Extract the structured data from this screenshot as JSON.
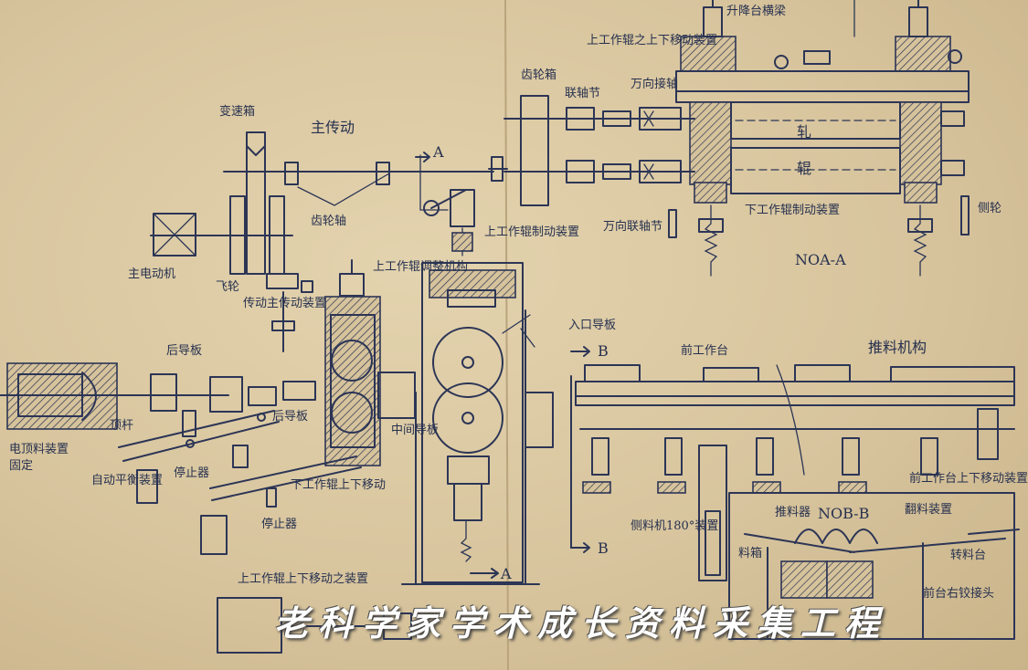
{
  "labels": {
    "top_band": "升降台横梁",
    "upper_roll_move": "上工作辊之上下移动装置",
    "gear_box_right": "齿轮箱",
    "coupling_head": "联轴节",
    "coupling_label": "万向接轴",
    "shift_box": "变速箱",
    "main_drive": "主传动",
    "gear_shaft": "齿轮轴",
    "upper_roll_brake": "上工作辊制动装置",
    "universal_shaft": "万向联轴节",
    "lower_roll_brake": "下工作辊制动装置",
    "main_motor": "主电动机",
    "flywheel": "飞轮",
    "drive_assembly": "传动主传动装置",
    "upper_roll_adjust": "上工作辊调整机构",
    "section_aa": "NOA-A",
    "side_wheel": "侧轮",
    "roll_upper": "轧",
    "roll_lower": "辊",
    "entry_guide": "入口导板",
    "front_guide": "后导板",
    "front_table": "前工作台",
    "pusher": "推料机构",
    "ejector": "电顶料装置",
    "fixed_stop": "固定",
    "push_bar": "顶杆",
    "auto_balance": "自动平衡装置",
    "stop_device": "停止器",
    "aux_guide": "后导板",
    "lower_roll_move": "下工作辊上下移动",
    "stop_device_2": "停止器",
    "middle_guide": "中间导板",
    "tilting": "侧料机180°装置",
    "section_bb": "NOB-B",
    "front_table_move": "前工作台上下移动装置",
    "hopper": "料箱",
    "pusher_2": "推料器",
    "lifting": "翻料装置",
    "turn_table": "转料台",
    "bottom_note": "上工作辊上下移动之装置",
    "bottom_right_note": "前台右铰接头",
    "arrow_a_top": "A",
    "arrow_a_bottom": "A",
    "arrow_b_top": "B",
    "arrow_b_bottom": "B"
  },
  "watermark": "老科学家学术成长资料采集工程",
  "colors": {
    "paper": "#d9c7a0",
    "ink": "#2c3556",
    "watermark": "#ffffff"
  }
}
